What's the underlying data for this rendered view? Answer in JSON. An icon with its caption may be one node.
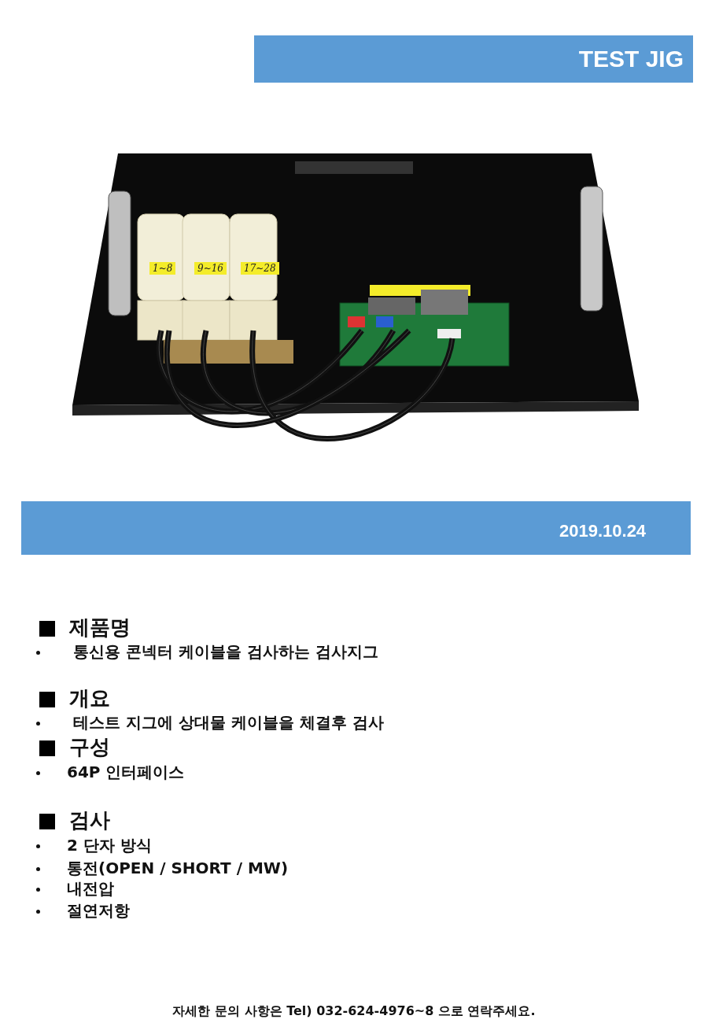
{
  "diagram": {
    "title": "TEST JIG",
    "labels": [
      "1~8",
      "9~16",
      "17~28",
      "2019.10.24",
      "제품명",
      "통신용 콘넥터 케이블을 검사하는 검사지그",
      "개요",
      "테스트 지그에 상대물 케이블을 체결후 검사",
      "구성",
      "64P 인터페이스",
      "검사",
      "2 단자 방식",
      "통전(OPEN / SHORT / MW)",
      "내전압",
      "절연저항",
      "자세한 문의 사항은 Tel) 032-624-4976~8 으로 연락주세요."
    ]
  }
}
